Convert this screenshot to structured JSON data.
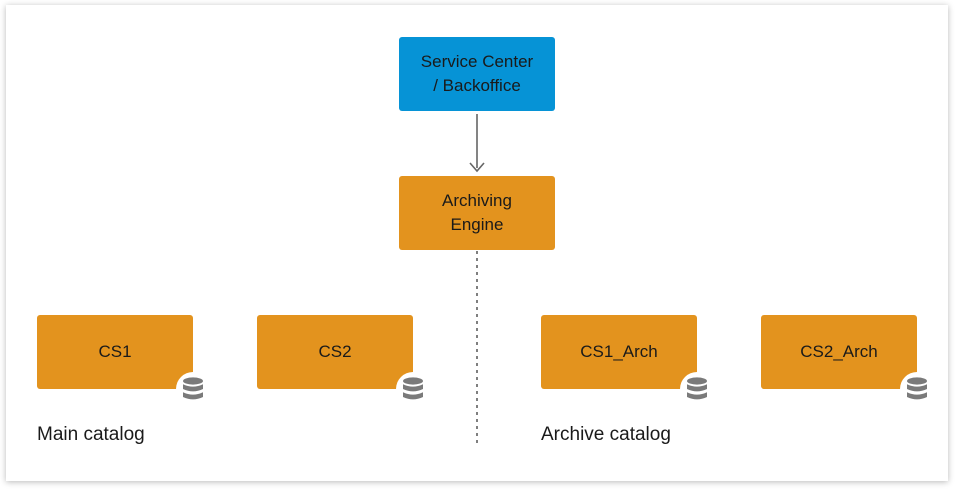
{
  "nodes": {
    "service_center": "Service Center\n/ Backoffice",
    "archiving_engine": "Archiving\nEngine",
    "cs1": "CS1",
    "cs2": "CS2",
    "cs1_arch": "CS1_Arch",
    "cs2_arch": "CS2_Arch"
  },
  "captions": {
    "main": "Main catalog",
    "archive": "Archive catalog"
  },
  "icons": {
    "database": "database-icon"
  },
  "colors": {
    "service_box": "#0693d6",
    "engine_box": "#e3931e",
    "catalog_box": "#e3931e",
    "db_icon": "#7a7a7a",
    "arrow": "#666666"
  }
}
